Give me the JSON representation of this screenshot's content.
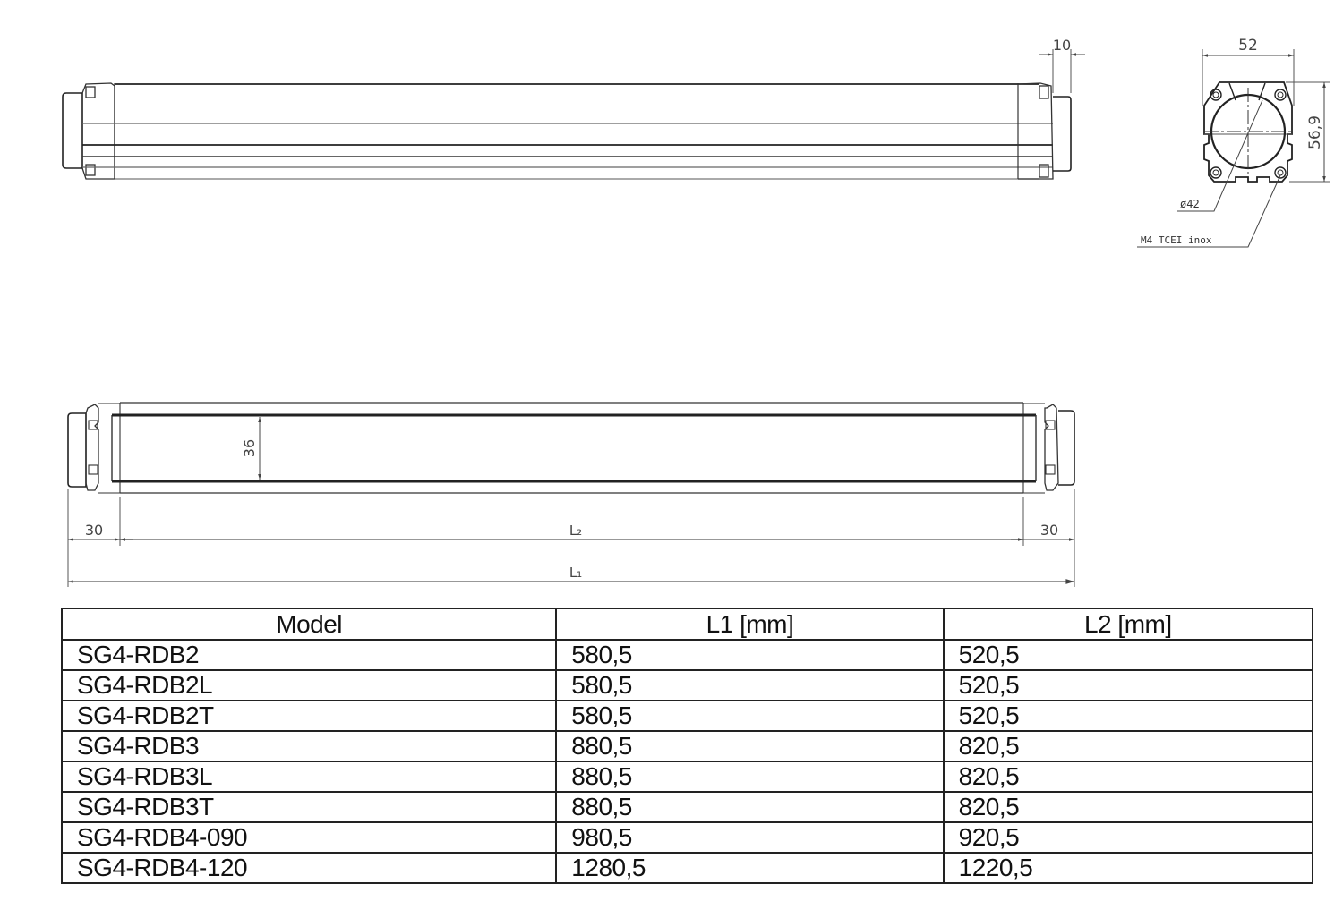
{
  "drawing": {
    "top_view": {
      "dim_end_offset": "10"
    },
    "end_view": {
      "width": "52",
      "height": "56,9",
      "bore_diameter": "ø42",
      "screw_callout": "M4 TCEI inox"
    },
    "side_view": {
      "inner_height": "36",
      "left_offset": "30",
      "right_offset": "30",
      "inner_length_label": "L₂",
      "overall_length_label": "L₁"
    }
  },
  "table": {
    "headers": [
      "Model",
      "L1 [mm]",
      "L2 [mm]"
    ],
    "rows": [
      {
        "model": "SG4-RDB2",
        "l1": "580,5",
        "l2": "520,5"
      },
      {
        "model": "SG4-RDB2L",
        "l1": "580,5",
        "l2": "520,5"
      },
      {
        "model": "SG4-RDB2T",
        "l1": "580,5",
        "l2": "520,5"
      },
      {
        "model": "SG4-RDB3",
        "l1": "880,5",
        "l2": "820,5"
      },
      {
        "model": "SG4-RDB3L",
        "l1": "880,5",
        "l2": "820,5"
      },
      {
        "model": "SG4-RDB3T",
        "l1": "880,5",
        "l2": "820,5"
      },
      {
        "model": "SG4-RDB4-090",
        "l1": "980,5",
        "l2": "920,5"
      },
      {
        "model": "SG4-RDB4-120",
        "l1": "1280,5",
        "l2": "1220,5"
      }
    ]
  }
}
